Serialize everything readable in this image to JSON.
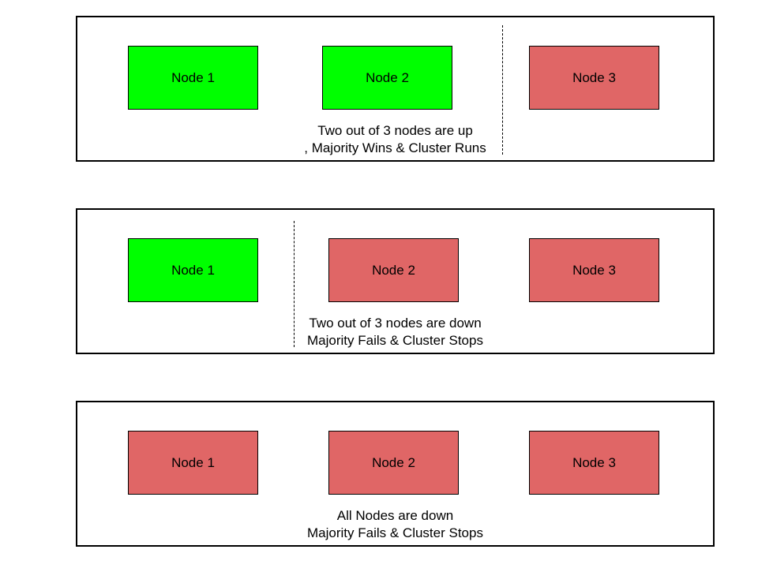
{
  "scenarios": [
    {
      "nodes": [
        {
          "label": "Node 1",
          "state": "up"
        },
        {
          "label": "Node 2",
          "state": "up"
        },
        {
          "label": "Node 3",
          "state": "down"
        }
      ],
      "caption_line1": "Two out of 3 nodes are up",
      "caption_line2": ", Majority Wins & Cluster Runs"
    },
    {
      "nodes": [
        {
          "label": "Node 1",
          "state": "up"
        },
        {
          "label": "Node 2",
          "state": "down"
        },
        {
          "label": "Node 3",
          "state": "down"
        }
      ],
      "caption_line1": "Two out of 3 nodes are down",
      "caption_line2": "Majority Fails & Cluster Stops"
    },
    {
      "nodes": [
        {
          "label": "Node 1",
          "state": "down"
        },
        {
          "label": "Node 2",
          "state": "down"
        },
        {
          "label": "Node 3",
          "state": "down"
        }
      ],
      "caption_line1": "All Nodes are down",
      "caption_line2": "Majority Fails & Cluster Stops"
    }
  ],
  "colors": {
    "up": "#00ff00",
    "down": "#e06666",
    "border": "#000000"
  }
}
